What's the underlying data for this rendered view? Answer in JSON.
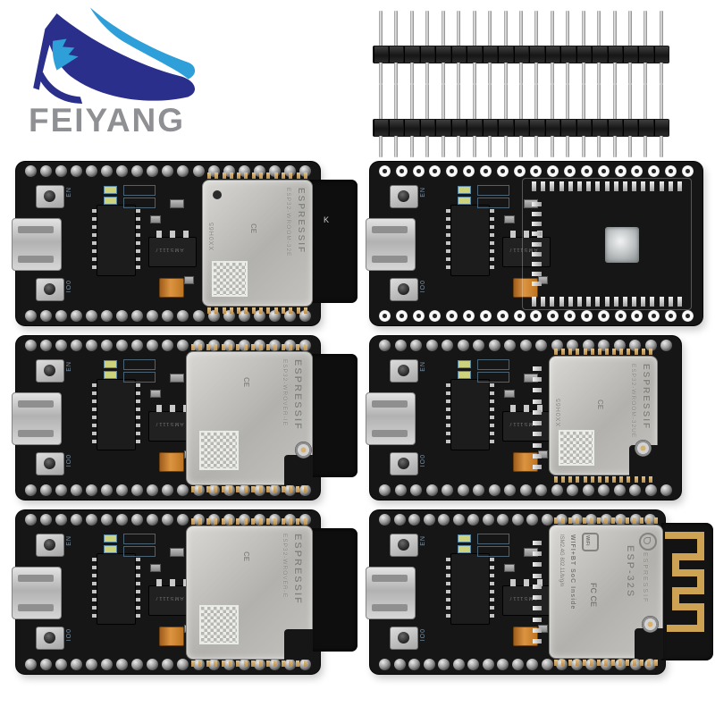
{
  "logo": {
    "brand": "FEIYANG"
  },
  "pin_headers": {
    "strips": 2,
    "pins_per_strip": 19
  },
  "common": {
    "holes_per_row": 19,
    "en_label": "EN",
    "boot_label": "IO0",
    "regulator_label": "AMS1117"
  },
  "boards": [
    {
      "brand": "ESPRESSIF",
      "model": "ESP32-WROOM-32E",
      "code": "XX0H65",
      "cert": "CE",
      "side_mark": "K"
    },
    {},
    {
      "brand": "ESPRESSIF",
      "model": "ESP32-WROVER-IE",
      "cert": "CE"
    },
    {
      "brand": "ESPRESSIF",
      "model": "ESP32-WROOM-32UE",
      "code": "XX0H65",
      "cert": "CE"
    },
    {
      "brand": "ESPRESSIF",
      "model": "ESP32-WROVER-E",
      "cert": "CE"
    },
    {
      "model": "ESP-32S",
      "brand": "ESPRESSIF",
      "wifi_badge": "WiFi",
      "line1": "WIFI+BT SoC Inside",
      "line2": "ISM2.4G  802.11/b/g/n",
      "marks": "FC CE"
    }
  ],
  "colors": {
    "background": "#ffffff",
    "pcb": "#161616",
    "module_shield": "#c4c3bf",
    "logo_navy": "#2b2f8c",
    "logo_light_blue": "#2e9fd8",
    "logo_text_gray": "#8e9093",
    "capacitor_orange": "#cf8a33",
    "antenna_gold": "#cda353"
  }
}
